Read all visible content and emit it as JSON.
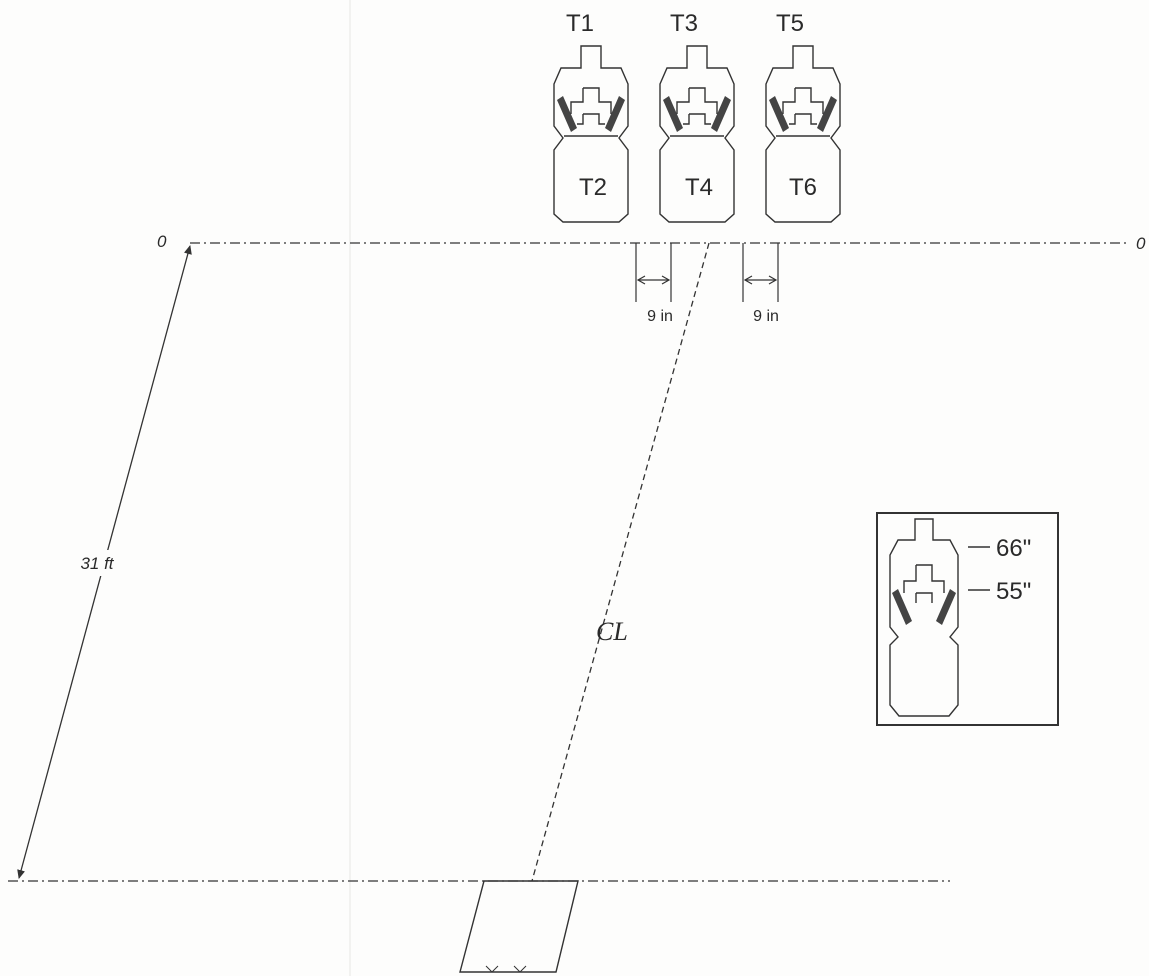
{
  "targets": [
    {
      "top_label": "T1",
      "bottom_label": "T2"
    },
    {
      "top_label": "T3",
      "bottom_label": "T4"
    },
    {
      "top_label": "T5",
      "bottom_label": "T6"
    }
  ],
  "baseline": {
    "left_label": "0",
    "right_label": "0"
  },
  "gaps": [
    "9 in",
    "9 in"
  ],
  "distance_label": "31 ft",
  "centerline_label": "CL",
  "inset": {
    "upper_height": "66\"",
    "lower_height": "55\""
  },
  "colors": {
    "line": "#333333",
    "fill_dark": "#444444",
    "background": "#fdfdfc"
  }
}
